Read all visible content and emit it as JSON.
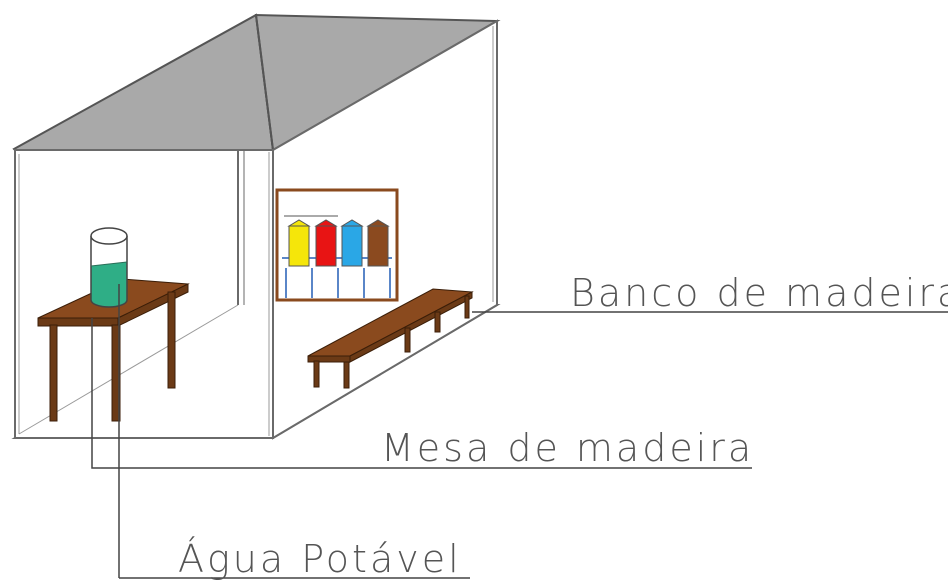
{
  "labels": {
    "bench": "Banco de madeira",
    "table": "Mesa de madeira",
    "water": "Água Potável"
  },
  "colors": {
    "roof": "#a9a9a9",
    "wood": "#6b3a16",
    "water": "#2fae86",
    "bin_yellow": "#f5e60a",
    "bin_red": "#e81414",
    "bin_blue": "#2aa7e6",
    "bin_brown": "#8b4a1f"
  }
}
